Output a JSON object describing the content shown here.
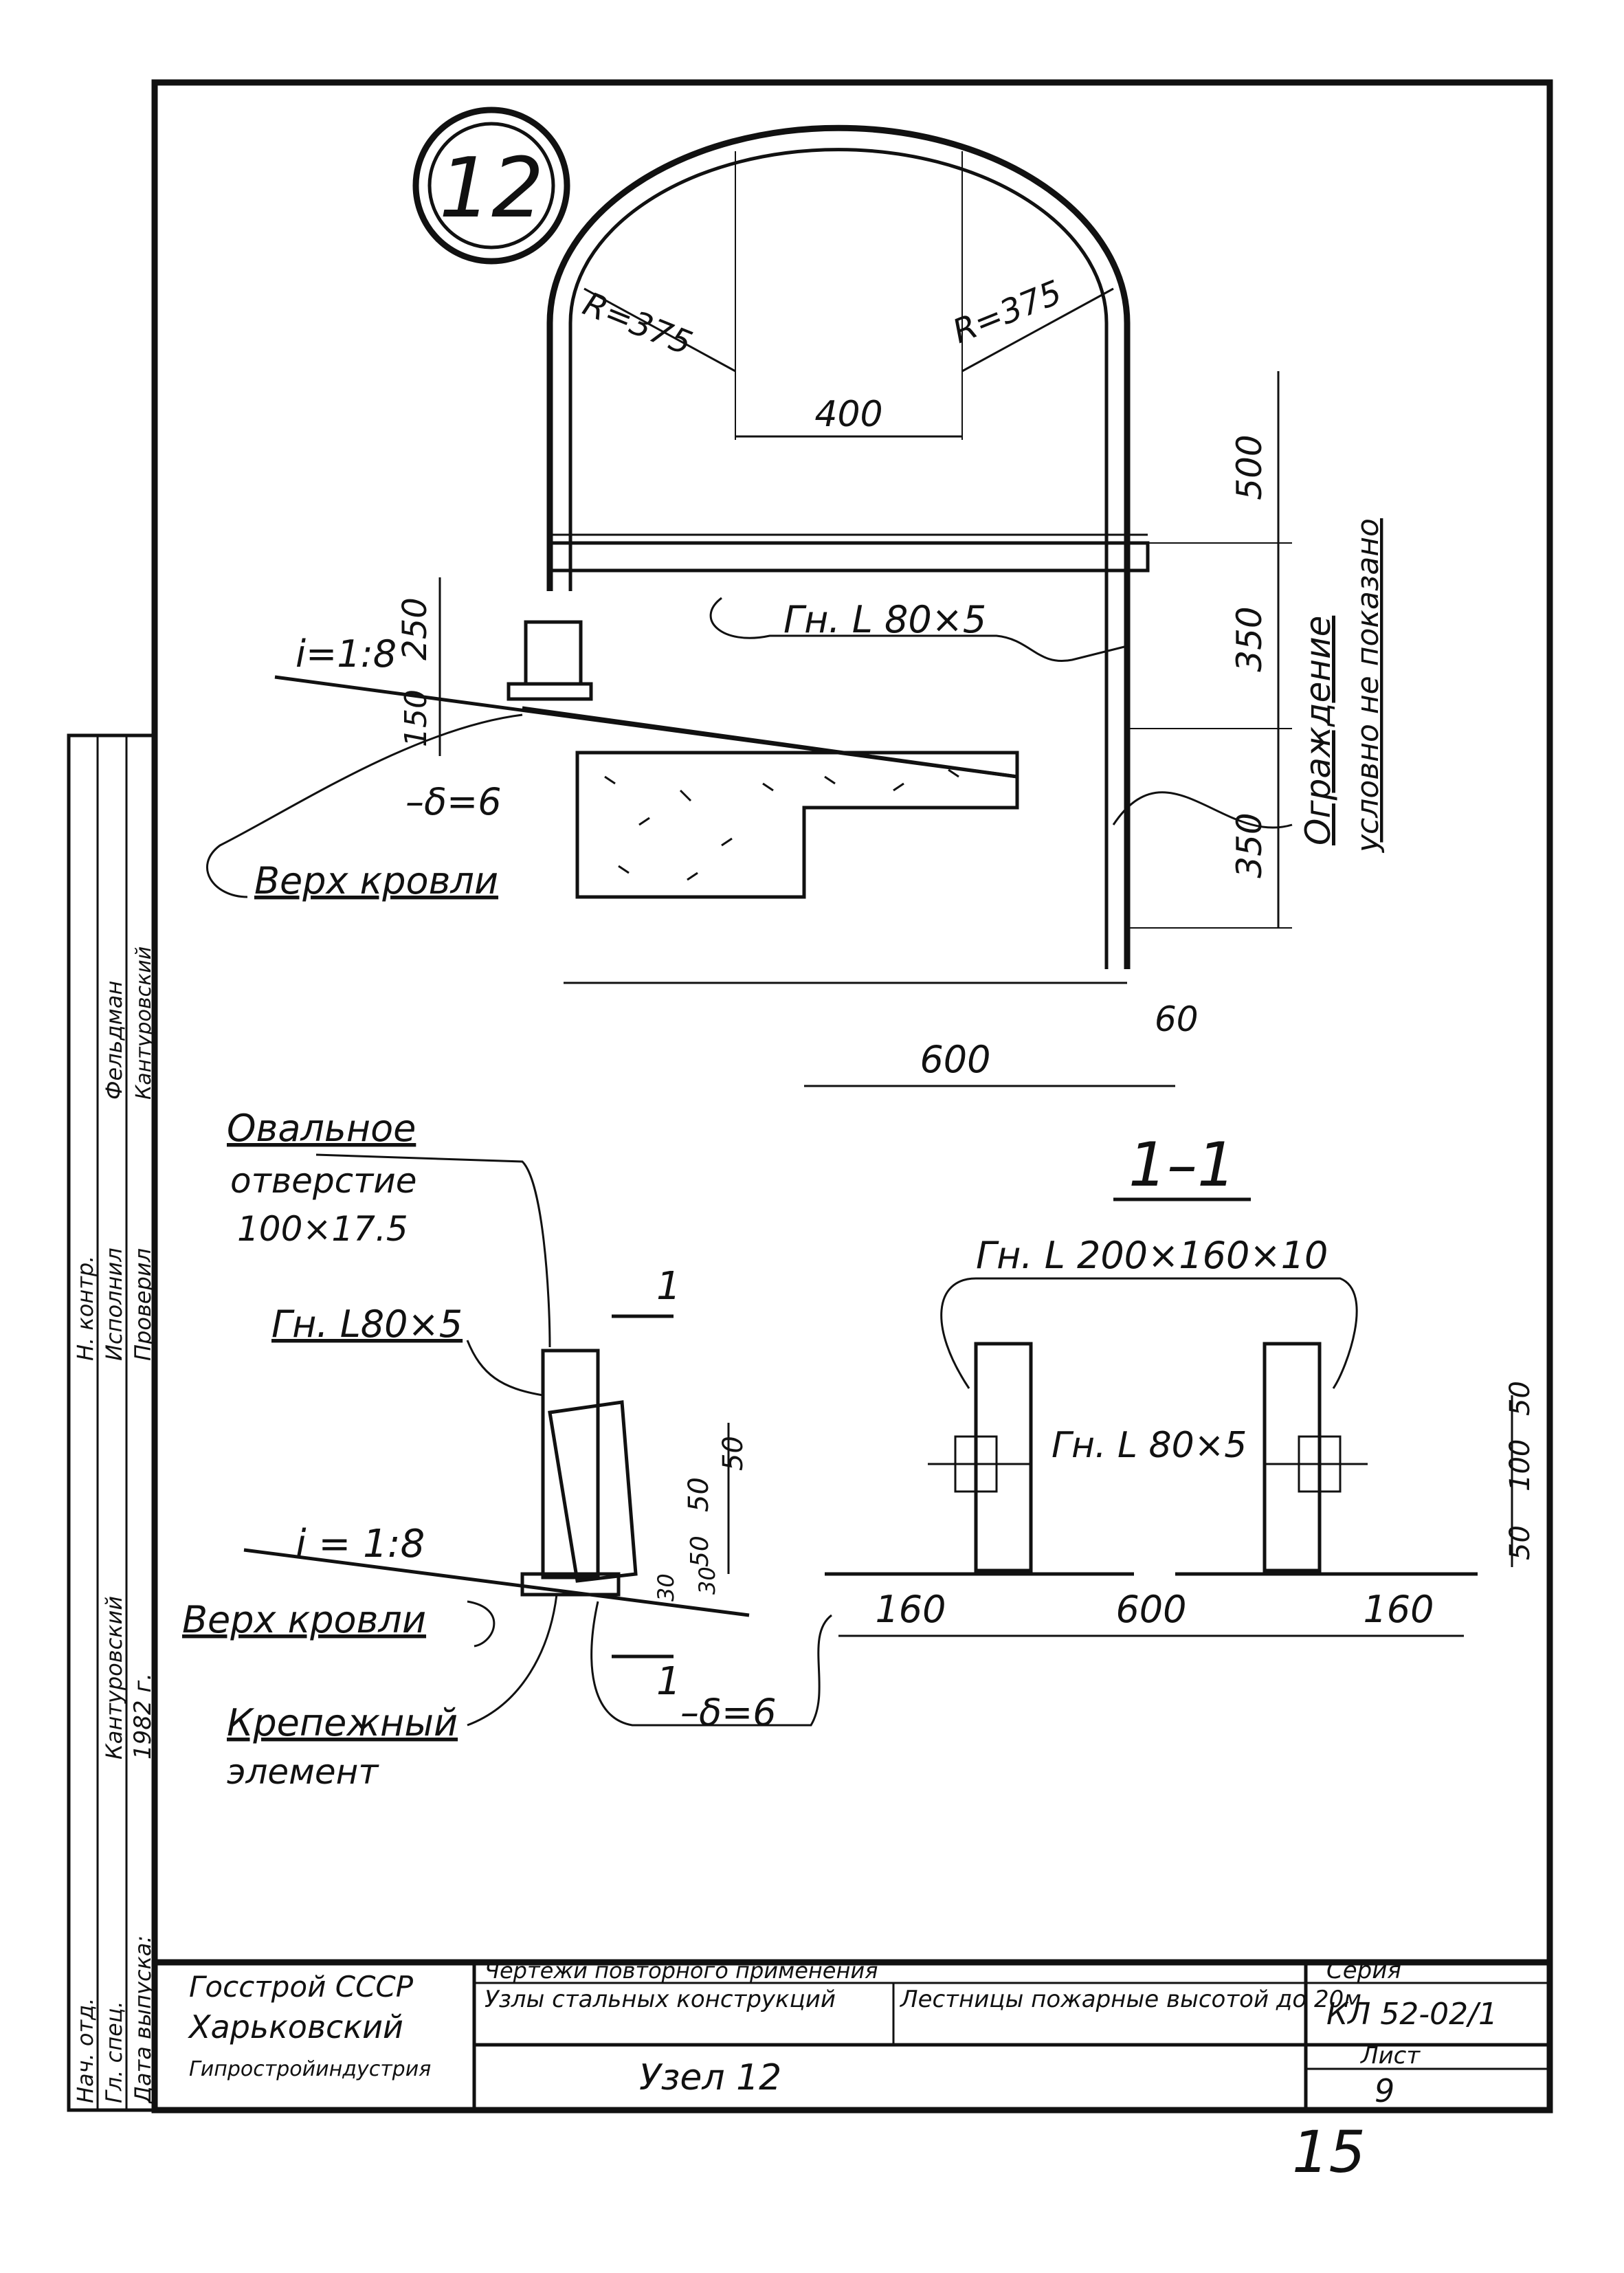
{
  "node_marker": "12",
  "plan": {
    "radius_left": "R=375",
    "radius_right": "R=375",
    "dim_400": "400",
    "dim_500": "500",
    "dim_350_a": "350",
    "dim_350_b": "350",
    "dim_250": "250",
    "dim_150": "150",
    "dim_600": "600",
    "dim_60": "60",
    "slope": "i=1:8",
    "angle_label": "Гн. L 80×5",
    "plate_label": "–δ=6",
    "roof_top": "Верх кровли",
    "fence_note_1": "Ограждение",
    "fence_note_2": "условно не показано"
  },
  "detail": {
    "oval_1": "Овальное",
    "oval_2": "отверстие",
    "oval_3": "100×17.5",
    "angle_label": "Гн. L80×5",
    "section_mark_top": "1",
    "section_mark_bottom": "1",
    "slope": "i = 1:8",
    "roof_top": "Верх кровли",
    "plate_label": "–δ=6",
    "fastener_1": "Крепежный",
    "fastener_2": "элемент",
    "dims": [
      "50",
      "50",
      "50",
      "30",
      "30"
    ]
  },
  "section": {
    "title": "1–1",
    "big_angle": "Гн. L 200×160×10",
    "small_angle": "Гн. L 80×5",
    "dim_left": "160",
    "dim_mid": "600",
    "dim_right": "160",
    "dims_v": [
      "50",
      "100",
      "50"
    ]
  },
  "side_stamp": {
    "roles": [
      "Нач. отд.",
      "Гл. спец.",
      "Дата выпуска:",
      "Н. контр.",
      "Исполнил",
      "Проверил"
    ],
    "names": [
      "Кантуровский",
      "Фельдман",
      "Кантуровский"
    ],
    "year": "1982 г."
  },
  "title_block": {
    "org_1": "Госстрой СССР",
    "org_2": "Харьковский",
    "org_3": "Гипростройиндустрия",
    "header": "Чертежи повторного применения",
    "subject_1": "Узлы стальных конструкций",
    "subject_2": "Лестницы пожарные высотой до 20м",
    "series_label": "Серия",
    "series_value": "КЛ 52-02/1",
    "sheet_name": "Узел 12",
    "sheet_label": "Лист",
    "sheet_value": "9"
  },
  "page_number": "15"
}
